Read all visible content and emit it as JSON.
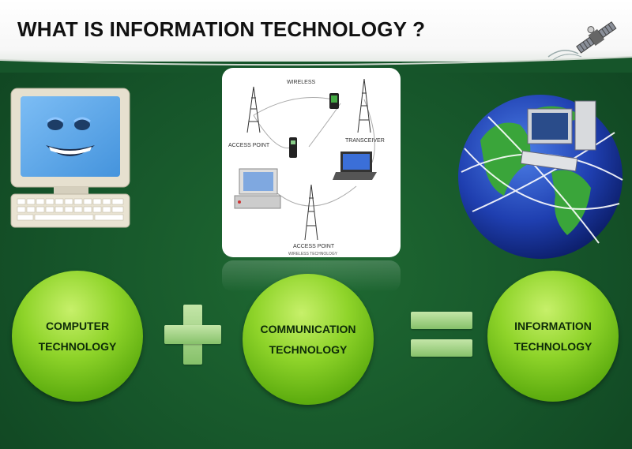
{
  "header": {
    "title": "WHAT IS INFORMATION TECHNOLOGY ?"
  },
  "diagram": {
    "wireless": "WIRELESS",
    "access_point_left": "ACCESS POINT",
    "transceiver": "TRANSCEIVER",
    "access_point_bottom": "ACCESS POINT",
    "caption": "WIRELESS TECHNOLOGY"
  },
  "equation": {
    "left": {
      "line1": "COMPUTER",
      "line2": "TECHNOLOGY"
    },
    "middle": {
      "line1": "COMMUNICATION",
      "line2": "TECHNOLOGY"
    },
    "right": {
      "line1": "INFORMATION",
      "line2": "TECHNOLOGY"
    }
  },
  "colors": {
    "background": "#16552a",
    "circle": "#8fd42a",
    "operator": "#a8d68c"
  }
}
